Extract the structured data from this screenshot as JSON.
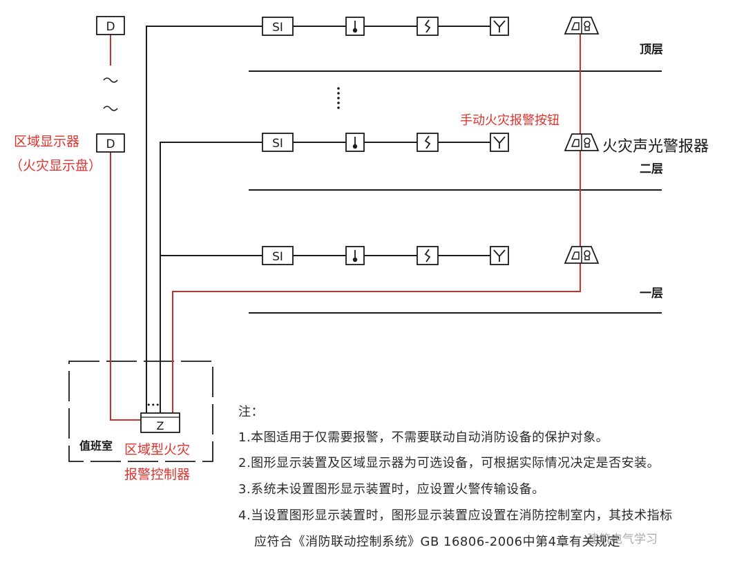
{
  "symbols": {
    "display": "D",
    "manual_alarm": "SI",
    "controller": "Z",
    "ellipsis": "•••"
  },
  "floors": {
    "top": "顶层",
    "second": "二层",
    "first": "一层"
  },
  "labels": {
    "area_display": "区域显示器",
    "area_display_sub": "（火灾显示盘）",
    "manual_button": "手动火灾报警按钮",
    "sound_light_alarm": "火灾声光警报器",
    "controller_line1": "区域型火灾",
    "controller_line2": "报警控制器",
    "duty_room": "值班室"
  },
  "notes": {
    "heading": "注：",
    "items": [
      "1.本图适用于仅需要报警，不需要联动自动消防设备的保护对象。",
      "2.图形显示装置及区域显示器为可选设备，可根据实际情况决定是否安装。",
      "3.系统未设置图形显示装置时，应设置火警传输设备。",
      "4.当设置图形显示装置时，图形显示装置应设置在消防控制室内，其技术指标",
      "应符合《消防联动控制系统》GB  16806-2006中第4章有关规定"
    ]
  },
  "watermark": "建筑电气学习",
  "colors": {
    "line_black": "#1a1a1a",
    "line_red": "#c9302c",
    "label_red": "#e0322c"
  }
}
